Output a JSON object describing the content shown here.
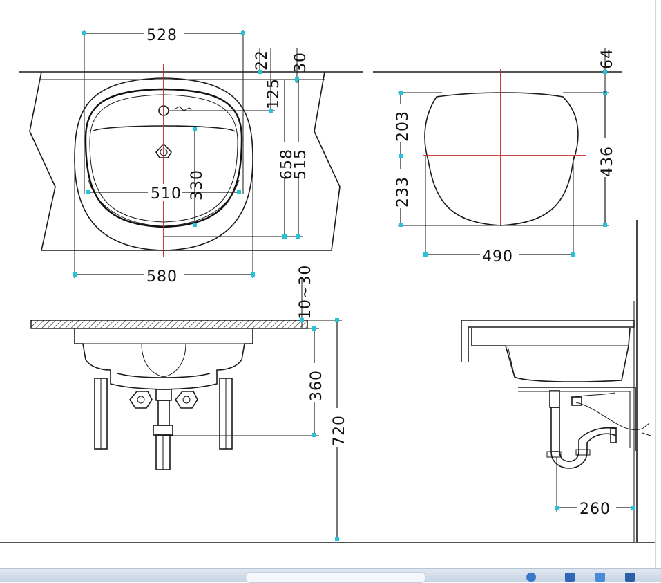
{
  "dimensions": {
    "top_width_outer": "528",
    "deck_thickness": "22",
    "front_gap": "30",
    "tap_hole_offset": "125",
    "bowl_length": "330",
    "bowl_width": "510",
    "overall_depth": "658",
    "cutout_depth": "515",
    "overall_width": "580",
    "right_upper": "203",
    "right_lower": "233",
    "right_total": "436",
    "right_offset": "64",
    "right_width": "490",
    "counter_thickness": "10~30",
    "trap_height": "360",
    "total_height": "720",
    "wall_distance": "260"
  },
  "colors": {
    "centerline": "#c62828",
    "dimension_tick": "#27c3d8",
    "line": "#1a1a1a"
  }
}
